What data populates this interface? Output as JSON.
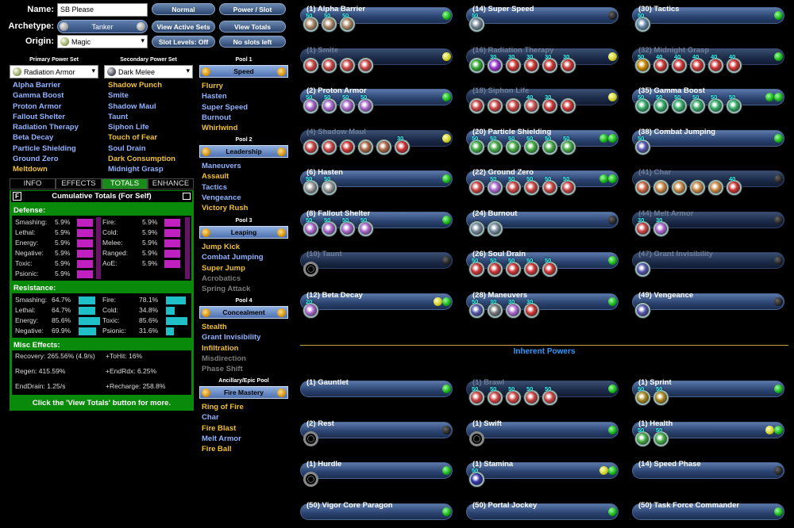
{
  "header": {
    "name_label": "Name:",
    "name_value": "SB Please",
    "archetype_label": "Archetype:",
    "archetype_value": "Tanker",
    "origin_label": "Origin:",
    "origin_value": "Magic",
    "btn_normal": "Normal",
    "btn_power_slot": "Power / Slot",
    "btn_view_active_sets": "View Active Sets",
    "btn_view_totals": "View Totals",
    "btn_slot_levels": "Slot Levels: Off",
    "btn_no_slots_left": "No slots left"
  },
  "primary": {
    "header": "Primary Power Set",
    "value": "Radiation Armor",
    "items": [
      {
        "t": "Alpha Barrier",
        "c": "#8fb3ff"
      },
      {
        "t": "Gamma Boost",
        "c": "#8fb3ff"
      },
      {
        "t": "Proton Armor",
        "c": "#8fb3ff"
      },
      {
        "t": "Fallout Shelter",
        "c": "#8fb3ff"
      },
      {
        "t": "Radiation Therapy",
        "c": "#8fb3ff"
      },
      {
        "t": "Beta Decay",
        "c": "#8fb3ff"
      },
      {
        "t": "Particle Shielding",
        "c": "#8fb3ff"
      },
      {
        "t": "Ground Zero",
        "c": "#8fb3ff"
      },
      {
        "t": "Meltdown",
        "c": "#f0c030"
      }
    ]
  },
  "secondary": {
    "header": "Secondary Power Set",
    "value": "Dark Melee",
    "items": [
      {
        "t": "Shadow Punch",
        "c": "#f0c030"
      },
      {
        "t": "Smite",
        "c": "#8fb3ff"
      },
      {
        "t": "Shadow Maul",
        "c": "#8fb3ff"
      },
      {
        "t": "Taunt",
        "c": "#8fb3ff"
      },
      {
        "t": "Siphon Life",
        "c": "#8fb3ff"
      },
      {
        "t": "Touch of Fear",
        "c": "#f0c030"
      },
      {
        "t": "Soul Drain",
        "c": "#8fb3ff"
      },
      {
        "t": "Dark Consumption",
        "c": "#f0c030"
      },
      {
        "t": "Midnight Grasp",
        "c": "#8fb3ff"
      }
    ]
  },
  "pools": [
    {
      "title": "Pool 1",
      "name": "Speed",
      "items": [
        {
          "t": "Flurry",
          "c": "#f0c030"
        },
        {
          "t": "Hasten",
          "c": "#8fb3ff"
        },
        {
          "t": "Super Speed",
          "c": "#8fb3ff"
        },
        {
          "t": "Burnout",
          "c": "#8fb3ff"
        },
        {
          "t": "Whirlwind",
          "c": "#f0c030"
        }
      ]
    },
    {
      "title": "Pool 2",
      "name": "Leadership",
      "items": [
        {
          "t": "Maneuvers",
          "c": "#8fb3ff"
        },
        {
          "t": "Assault",
          "c": "#f0c030"
        },
        {
          "t": "Tactics",
          "c": "#8fb3ff"
        },
        {
          "t": "Vengeance",
          "c": "#8fb3ff"
        },
        {
          "t": "Victory Rush",
          "c": "#f0c030"
        }
      ]
    },
    {
      "title": "Pool 3",
      "name": "Leaping",
      "items": [
        {
          "t": "Jump Kick",
          "c": "#f0c030"
        },
        {
          "t": "Combat Jumping",
          "c": "#8fb3ff"
        },
        {
          "t": "Super Jump",
          "c": "#f0c030"
        },
        {
          "t": "Acrobatics",
          "c": "#7a7a7a"
        },
        {
          "t": "Spring Attack",
          "c": "#7a7a7a"
        }
      ]
    },
    {
      "title": "Pool 4",
      "name": "Concealment",
      "items": [
        {
          "t": "Stealth",
          "c": "#f0c030"
        },
        {
          "t": "Grant Invisibility",
          "c": "#8fb3ff"
        },
        {
          "t": "Infiltration",
          "c": "#f0c030"
        },
        {
          "t": "Misdirection",
          "c": "#7a7a7a"
        },
        {
          "t": "Phase Shift",
          "c": "#7a7a7a"
        }
      ]
    },
    {
      "title": "Ancillary/Epic Pool",
      "name": "Fire Mastery",
      "items": [
        {
          "t": "Ring of Fire",
          "c": "#f0c030"
        },
        {
          "t": "Char",
          "c": "#8fb3ff"
        },
        {
          "t": "Fire Blast",
          "c": "#f0c030"
        },
        {
          "t": "Melt Armor",
          "c": "#8fb3ff"
        },
        {
          "t": "Fire Ball",
          "c": "#f0c030"
        }
      ]
    }
  ],
  "tabs": [
    "INFO",
    "EFFECTS",
    "TOTALS",
    "ENHANCE"
  ],
  "totals": {
    "f_label": "F",
    "title": "Cumulative Totals (For Self)",
    "defense_label": "Defense:",
    "defense": [
      {
        "n": "Smashing:",
        "v": "5.9%",
        "p": 0.059
      },
      {
        "n": "Fire:",
        "v": "5.9%",
        "p": 0.059
      },
      {
        "n": "Lethal:",
        "v": "5.9%",
        "p": 0.059
      },
      {
        "n": "Cold:",
        "v": "5.9%",
        "p": 0.059
      },
      {
        "n": "Energy:",
        "v": "5.9%",
        "p": 0.059
      },
      {
        "n": "Melee:",
        "v": "5.9%",
        "p": 0.059
      },
      {
        "n": "Negative:",
        "v": "5.9%",
        "p": 0.059
      },
      {
        "n": "Ranged:",
        "v": "5.9%",
        "p": 0.059
      },
      {
        "n": "Toxic:",
        "v": "5.9%",
        "p": 0.059
      },
      {
        "n": "AoE:",
        "v": "5.9%",
        "p": 0.059
      },
      {
        "n": "Psionic:",
        "v": "5.9%",
        "p": 0.059
      }
    ],
    "resistance_label": "Resistance:",
    "resistance": [
      {
        "n": "Smashing:",
        "v": "64.7%",
        "p": 0.647
      },
      {
        "n": "Fire:",
        "v": "78.1%",
        "p": 0.781
      },
      {
        "n": "Lethal:",
        "v": "64.7%",
        "p": 0.647
      },
      {
        "n": "Cold:",
        "v": "34.8%",
        "p": 0.348
      },
      {
        "n": "Energy:",
        "v": "85.6%",
        "p": 0.856
      },
      {
        "n": "Toxic:",
        "v": "85.6%",
        "p": 0.856
      },
      {
        "n": "Negative:",
        "v": "69.9%",
        "p": 0.699
      },
      {
        "n": "Psionic:",
        "v": "31.6%",
        "p": 0.316
      }
    ],
    "misc_label": "Misc Effects:",
    "misc": [
      {
        "n": "Recovery:",
        "v": "265.56% (4.9/s)"
      },
      {
        "n": "+ToHit:",
        "v": "16%"
      },
      {
        "n": "Regen:",
        "v": "415.59%"
      },
      {
        "n": "+EndRdx:",
        "v": "6.25%"
      },
      {
        "n": "EndDrain:",
        "v": "1.25/s"
      },
      {
        "n": "+Recharge:",
        "v": "258.8%"
      }
    ],
    "footer": "Click the 'View Totals' button for more."
  },
  "inherent_label": "Inherent Powers",
  "slots": [
    {
      "n": "(1) Alpha Barrier",
      "dim": false,
      "leds": "g",
      "e": [
        [
          "50",
          "#a86"
        ],
        [
          "50",
          "#a86"
        ],
        [
          "50",
          "#a86"
        ]
      ]
    },
    {
      "n": "(14) Super Speed",
      "dim": false,
      "leds": "k",
      "e": [
        [
          "50",
          "#789"
        ]
      ]
    },
    {
      "n": "(30) Tactics",
      "dim": false,
      "leds": "g",
      "e": [
        [
          "50",
          "#68a"
        ]
      ]
    },
    {
      "n": "(1) Smite",
      "dim": true,
      "leds": "y",
      "e": [
        [
          "",
          "#c44"
        ],
        [
          "",
          "#c44"
        ],
        [
          "",
          "#c44"
        ],
        [
          "",
          "#c44"
        ]
      ]
    },
    {
      "n": "(16) Radiation Therapy",
      "dim": true,
      "leds": "y",
      "e": [
        [
          "",
          "#3a3"
        ],
        [
          "30",
          "#93c"
        ],
        [
          "30",
          "#c33"
        ],
        [
          "30",
          "#c33"
        ],
        [
          "30",
          "#c33"
        ],
        [
          "30",
          "#c33"
        ]
      ]
    },
    {
      "n": "(32) Midnight Grasp",
      "dim": true,
      "leds": "g",
      "e": [
        [
          "50",
          "#c80"
        ],
        [
          "40",
          "#c33"
        ],
        [
          "40",
          "#c33"
        ],
        [
          "40",
          "#c33"
        ],
        [
          "40",
          "#c33"
        ],
        [
          "40",
          "#c33"
        ]
      ]
    },
    {
      "n": "(2) Proton Armor",
      "dim": false,
      "leds": "g",
      "e": [
        [
          "50",
          "#a6c"
        ],
        [
          "50",
          "#a6c"
        ],
        [
          "50",
          "#a6c"
        ],
        [
          "50",
          "#a6c"
        ]
      ]
    },
    {
      "n": "(18) Siphon Life",
      "dim": true,
      "leds": "y",
      "e": [
        [
          "",
          "#c44"
        ],
        [
          "",
          "#c44"
        ],
        [
          "",
          "#c44"
        ],
        [
          "40",
          "#c55"
        ],
        [
          "30",
          "#c33"
        ],
        [
          "",
          "#c33"
        ]
      ]
    },
    {
      "n": "(35) Gamma Boost",
      "dim": false,
      "leds": "gg",
      "e": [
        [
          "50",
          "#3a6"
        ],
        [
          "50",
          "#3a6"
        ],
        [
          "50",
          "#3a6"
        ],
        [
          "50",
          "#3a6"
        ],
        [
          "50",
          "#3a6"
        ],
        [
          "50",
          "#3a6"
        ]
      ]
    },
    {
      "n": "(4) Shadow Maul",
      "dim": true,
      "leds": "y",
      "e": [
        [
          "",
          "#c44"
        ],
        [
          "",
          "#c44"
        ],
        [
          "",
          "#c33"
        ],
        [
          "",
          "#a64"
        ],
        [
          "",
          "#a64"
        ],
        [
          "30",
          "#c33"
        ]
      ]
    },
    {
      "n": "(20) Particle Shielding",
      "dim": false,
      "leds": "gg",
      "e": [
        [
          "50",
          "#4a4"
        ],
        [
          "50",
          "#4a4"
        ],
        [
          "50",
          "#4a4"
        ],
        [
          "50",
          "#4a4"
        ],
        [
          "50",
          "#4a4"
        ],
        [
          "50",
          "#4a4"
        ]
      ]
    },
    {
      "n": "(38) Combat Jumping",
      "dim": false,
      "leds": "g",
      "e": [
        [
          "50",
          "#55a"
        ]
      ]
    },
    {
      "n": "(6) Hasten",
      "dim": false,
      "leds": "g",
      "e": [
        [
          "50",
          "#999"
        ],
        [
          "50",
          "#999"
        ]
      ]
    },
    {
      "n": "(22) Ground Zero",
      "dim": false,
      "leds": "gg",
      "e": [
        [
          "",
          "#c44"
        ],
        [
          "50",
          "#a6c"
        ],
        [
          "50",
          "#c44"
        ],
        [
          "50",
          "#c44"
        ],
        [
          "50",
          "#c44"
        ],
        [
          "50",
          "#c44"
        ]
      ]
    },
    {
      "n": "(41) Char",
      "dim": true,
      "leds": "k",
      "e": [
        [
          "",
          "#c64"
        ],
        [
          "",
          "#c84"
        ],
        [
          "",
          "#c84"
        ],
        [
          "",
          "#c84"
        ],
        [
          "",
          "#c84"
        ],
        [
          "40",
          "#c33"
        ]
      ]
    },
    {
      "n": "(8) Fallout Shelter",
      "dim": false,
      "leds": "g",
      "e": [
        [
          "50",
          "#a6c"
        ],
        [
          "50",
          "#a6c"
        ],
        [
          "50",
          "#a6c"
        ],
        [
          "50",
          "#a6c"
        ]
      ]
    },
    {
      "n": "(24) Burnout",
      "dim": false,
      "leds": "k",
      "e": [
        [
          "",
          "#789"
        ],
        [
          "",
          "#789"
        ]
      ]
    },
    {
      "n": "(44) Melt Armor",
      "dim": true,
      "leds": "k",
      "e": [
        [
          "30",
          "#c44"
        ],
        [
          "30",
          "#a6c"
        ]
      ]
    },
    {
      "n": "(10) Taunt",
      "dim": true,
      "leds": "k",
      "e": [
        [
          "ring",
          "#888"
        ]
      ]
    },
    {
      "n": "(26) Soul Drain",
      "dim": false,
      "leds": "g",
      "e": [
        [
          "50",
          "#c33"
        ],
        [
          "50",
          "#c33"
        ],
        [
          "50",
          "#c33"
        ],
        [
          "50",
          "#c33"
        ],
        [
          "50",
          "#c33"
        ]
      ]
    },
    {
      "n": "(47) Grant Invisibility",
      "dim": true,
      "leds": "k",
      "e": [
        [
          "",
          "#55a"
        ]
      ]
    },
    {
      "n": "(12) Beta Decay",
      "dim": false,
      "leds": "yg",
      "e": [
        [
          "20",
          "#a6c"
        ]
      ]
    },
    {
      "n": "(28) Maneuvers",
      "dim": false,
      "leds": "g",
      "e": [
        [
          "50",
          "#55a"
        ],
        [
          "30",
          "#777"
        ],
        [
          "30",
          "#a6c"
        ],
        [
          "30",
          "#c33"
        ]
      ]
    },
    {
      "n": "(49) Vengeance",
      "dim": false,
      "leds": "k",
      "e": [
        [
          "",
          "#55a"
        ]
      ]
    }
  ],
  "inherent": [
    {
      "n": "(1) Gauntlet",
      "dim": false,
      "leds": "g",
      "e": []
    },
    {
      "n": "(1) Brawl",
      "dim": true,
      "leds": "g",
      "e": [
        [
          "50",
          "#c44"
        ],
        [
          "50",
          "#c44"
        ],
        [
          "50",
          "#c44"
        ],
        [
          "50",
          "#c44"
        ],
        [
          "50",
          "#c44"
        ]
      ]
    },
    {
      "n": "(1) Sprint",
      "dim": false,
      "leds": "g",
      "e": [
        [
          "50",
          "#a82"
        ],
        [
          "50",
          "#a82"
        ]
      ]
    },
    {
      "n": "(2) Rest",
      "dim": false,
      "leds": "k",
      "e": [
        [
          "ring",
          "#888"
        ]
      ]
    },
    {
      "n": "(1) Swift",
      "dim": false,
      "leds": "g",
      "e": [
        [
          "ring",
          "#888"
        ]
      ]
    },
    {
      "n": "(1) Health",
      "dim": false,
      "leds": "yg",
      "e": [
        [
          "50",
          "#4a4"
        ],
        [
          "50",
          "#4a4"
        ]
      ]
    },
    {
      "n": "(1) Hurdle",
      "dim": false,
      "leds": "g",
      "e": [
        [
          "ring",
          "#888"
        ]
      ]
    },
    {
      "n": "(1) Stamina",
      "dim": false,
      "leds": "yg",
      "e": [
        [
          "50",
          "#33a"
        ]
      ]
    },
    {
      "n": "(14) Speed Phase",
      "dim": false,
      "leds": "k",
      "e": []
    },
    {
      "n": "(50) Vigor Core Paragon",
      "dim": false,
      "leds": "g",
      "e": []
    },
    {
      "n": "(50) Portal Jockey",
      "dim": false,
      "leds": "g",
      "e": []
    },
    {
      "n": "(50) Task Force Commander",
      "dim": false,
      "leds": "g",
      "e": []
    }
  ]
}
